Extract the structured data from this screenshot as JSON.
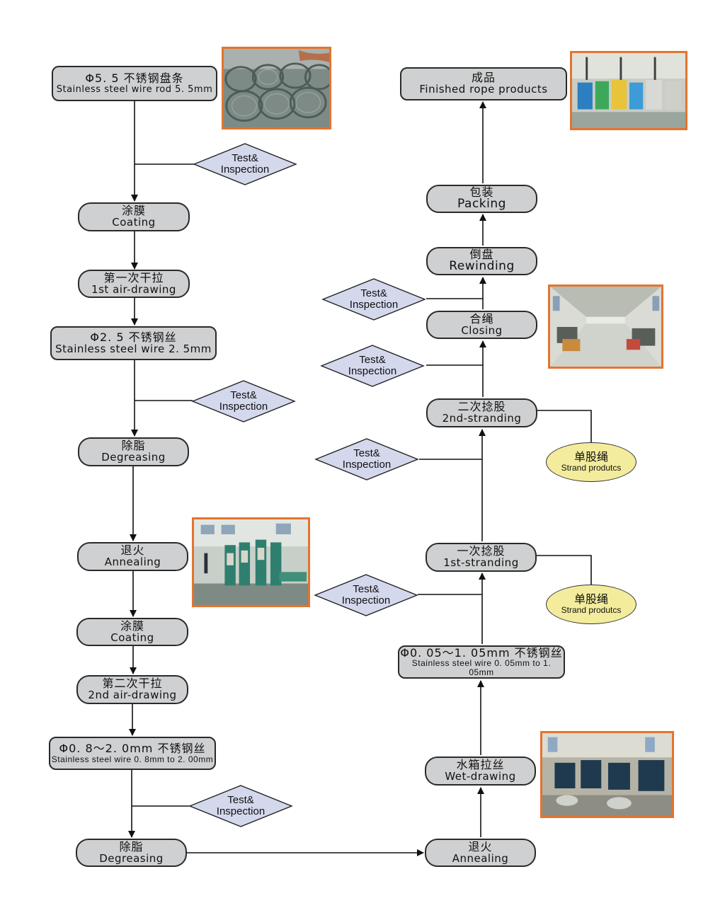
{
  "left_column": {
    "wire_rod": {
      "zh": "Φ5. 5 不锈钢盘条",
      "en": "Stainless steel wire rod 5. 5mm"
    },
    "coating_1": {
      "zh": "涂膜",
      "en": "Coating"
    },
    "air_drawing_1": {
      "zh": "第一次干拉",
      "en": "1st air-drawing"
    },
    "wire_2_5": {
      "zh": "Φ2. 5 不锈钢丝",
      "en": "Stainless steel wire 2. 5mm"
    },
    "degreasing_1": {
      "zh": "除脂",
      "en": "Degreasing"
    },
    "annealing_1": {
      "zh": "退火",
      "en": "Annealing"
    },
    "coating_2": {
      "zh": "涂膜",
      "en": "Coating"
    },
    "air_drawing_2": {
      "zh": "第二次干拉",
      "en": "2nd air-drawing"
    },
    "wire_0_8": {
      "zh": "Φ0. 8～2. 0mm 不锈钢丝",
      "en": "Stainless steel wire 0. 8mm to 2. 00mm"
    },
    "degreasing_2": {
      "zh": "除脂",
      "en": "Degreasing"
    }
  },
  "right_column": {
    "annealing_2": {
      "zh": "退火",
      "en": "Annealing"
    },
    "wet_drawing": {
      "zh": "水箱拉丝",
      "en": "Wet-drawing"
    },
    "wire_0_05": {
      "zh": "Φ0. 05～1. 05mm 不锈钢丝",
      "en": "Stainless steel wire 0. 05mm to 1. 05mm"
    },
    "stranding_1": {
      "zh": "一次捻股",
      "en": "1st-stranding"
    },
    "stranding_2": {
      "zh": "二次捻股",
      "en": "2nd-stranding"
    },
    "closing": {
      "zh": "合绳",
      "en": "Closing"
    },
    "rewinding": {
      "zh": "倒盘",
      "en": "Rewinding"
    },
    "packing": {
      "zh": "包装",
      "en": "Packing"
    },
    "finished": {
      "zh": "成品",
      "en": "Finished rope products"
    }
  },
  "inspection": {
    "line1": "Test&",
    "line2": "Inspection"
  },
  "strand_product": {
    "zh": "单股绳",
    "en": "Strand produtcs"
  },
  "colors": {
    "box_fill": "#cfd0d2",
    "diamond_fill": "#d4d8ec",
    "oval_fill": "#f3ec9c",
    "photo_border": "#e4742e"
  }
}
